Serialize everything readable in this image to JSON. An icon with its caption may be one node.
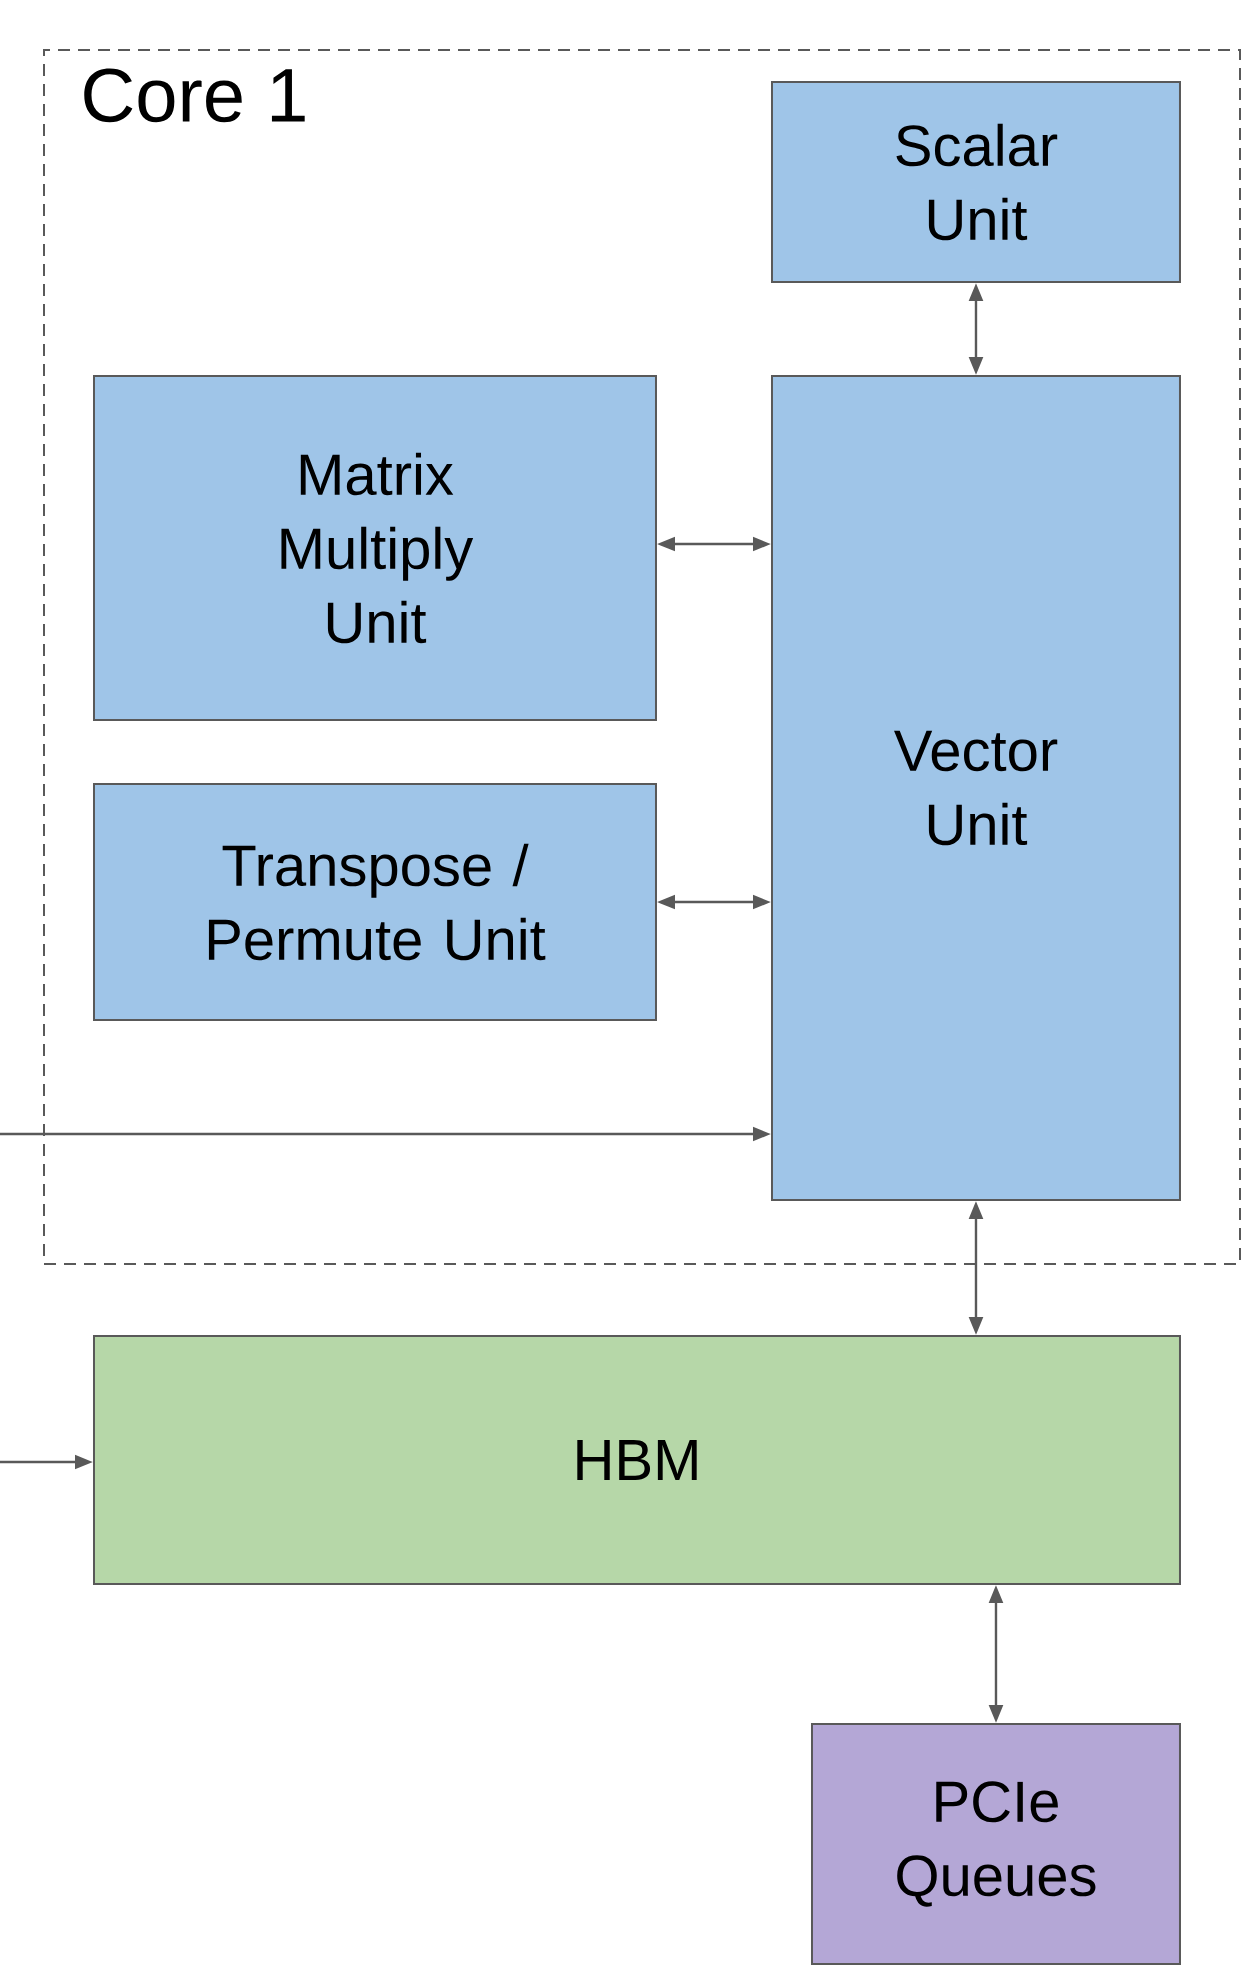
{
  "diagram": {
    "nodes": [
      {
        "text": [
          "Core 1"
        ]
      },
      {
        "text": [
          "Scalar Unit"
        ],
        "in": 0
      },
      {
        "text": [
          "Matrix Multiply Unit"
        ],
        "in": 0
      },
      {
        "text": [
          "Vector Unit"
        ],
        "in": 0
      },
      {
        "text": [
          "Transpose / Permute Unit"
        ],
        "in": 0
      },
      {
        "text": [
          "HBM"
        ]
      },
      {
        "text": [
          "PCIe Queues"
        ]
      }
    ],
    "edges": [
      {
        "from": 1,
        "to": 3,
        "arrow": "both"
      },
      {
        "from": 2,
        "to": 3,
        "arrow": "both"
      },
      {
        "from": 4,
        "to": 3,
        "arrow": "both"
      },
      {
        "from": null,
        "to": 3,
        "arrow": "to"
      },
      {
        "from": 3,
        "to": 5,
        "arrow": "both"
      },
      {
        "from": null,
        "to": 5,
        "arrow": "to"
      },
      {
        "from": 5,
        "to": 6,
        "arrow": "both"
      }
    ]
  }
}
